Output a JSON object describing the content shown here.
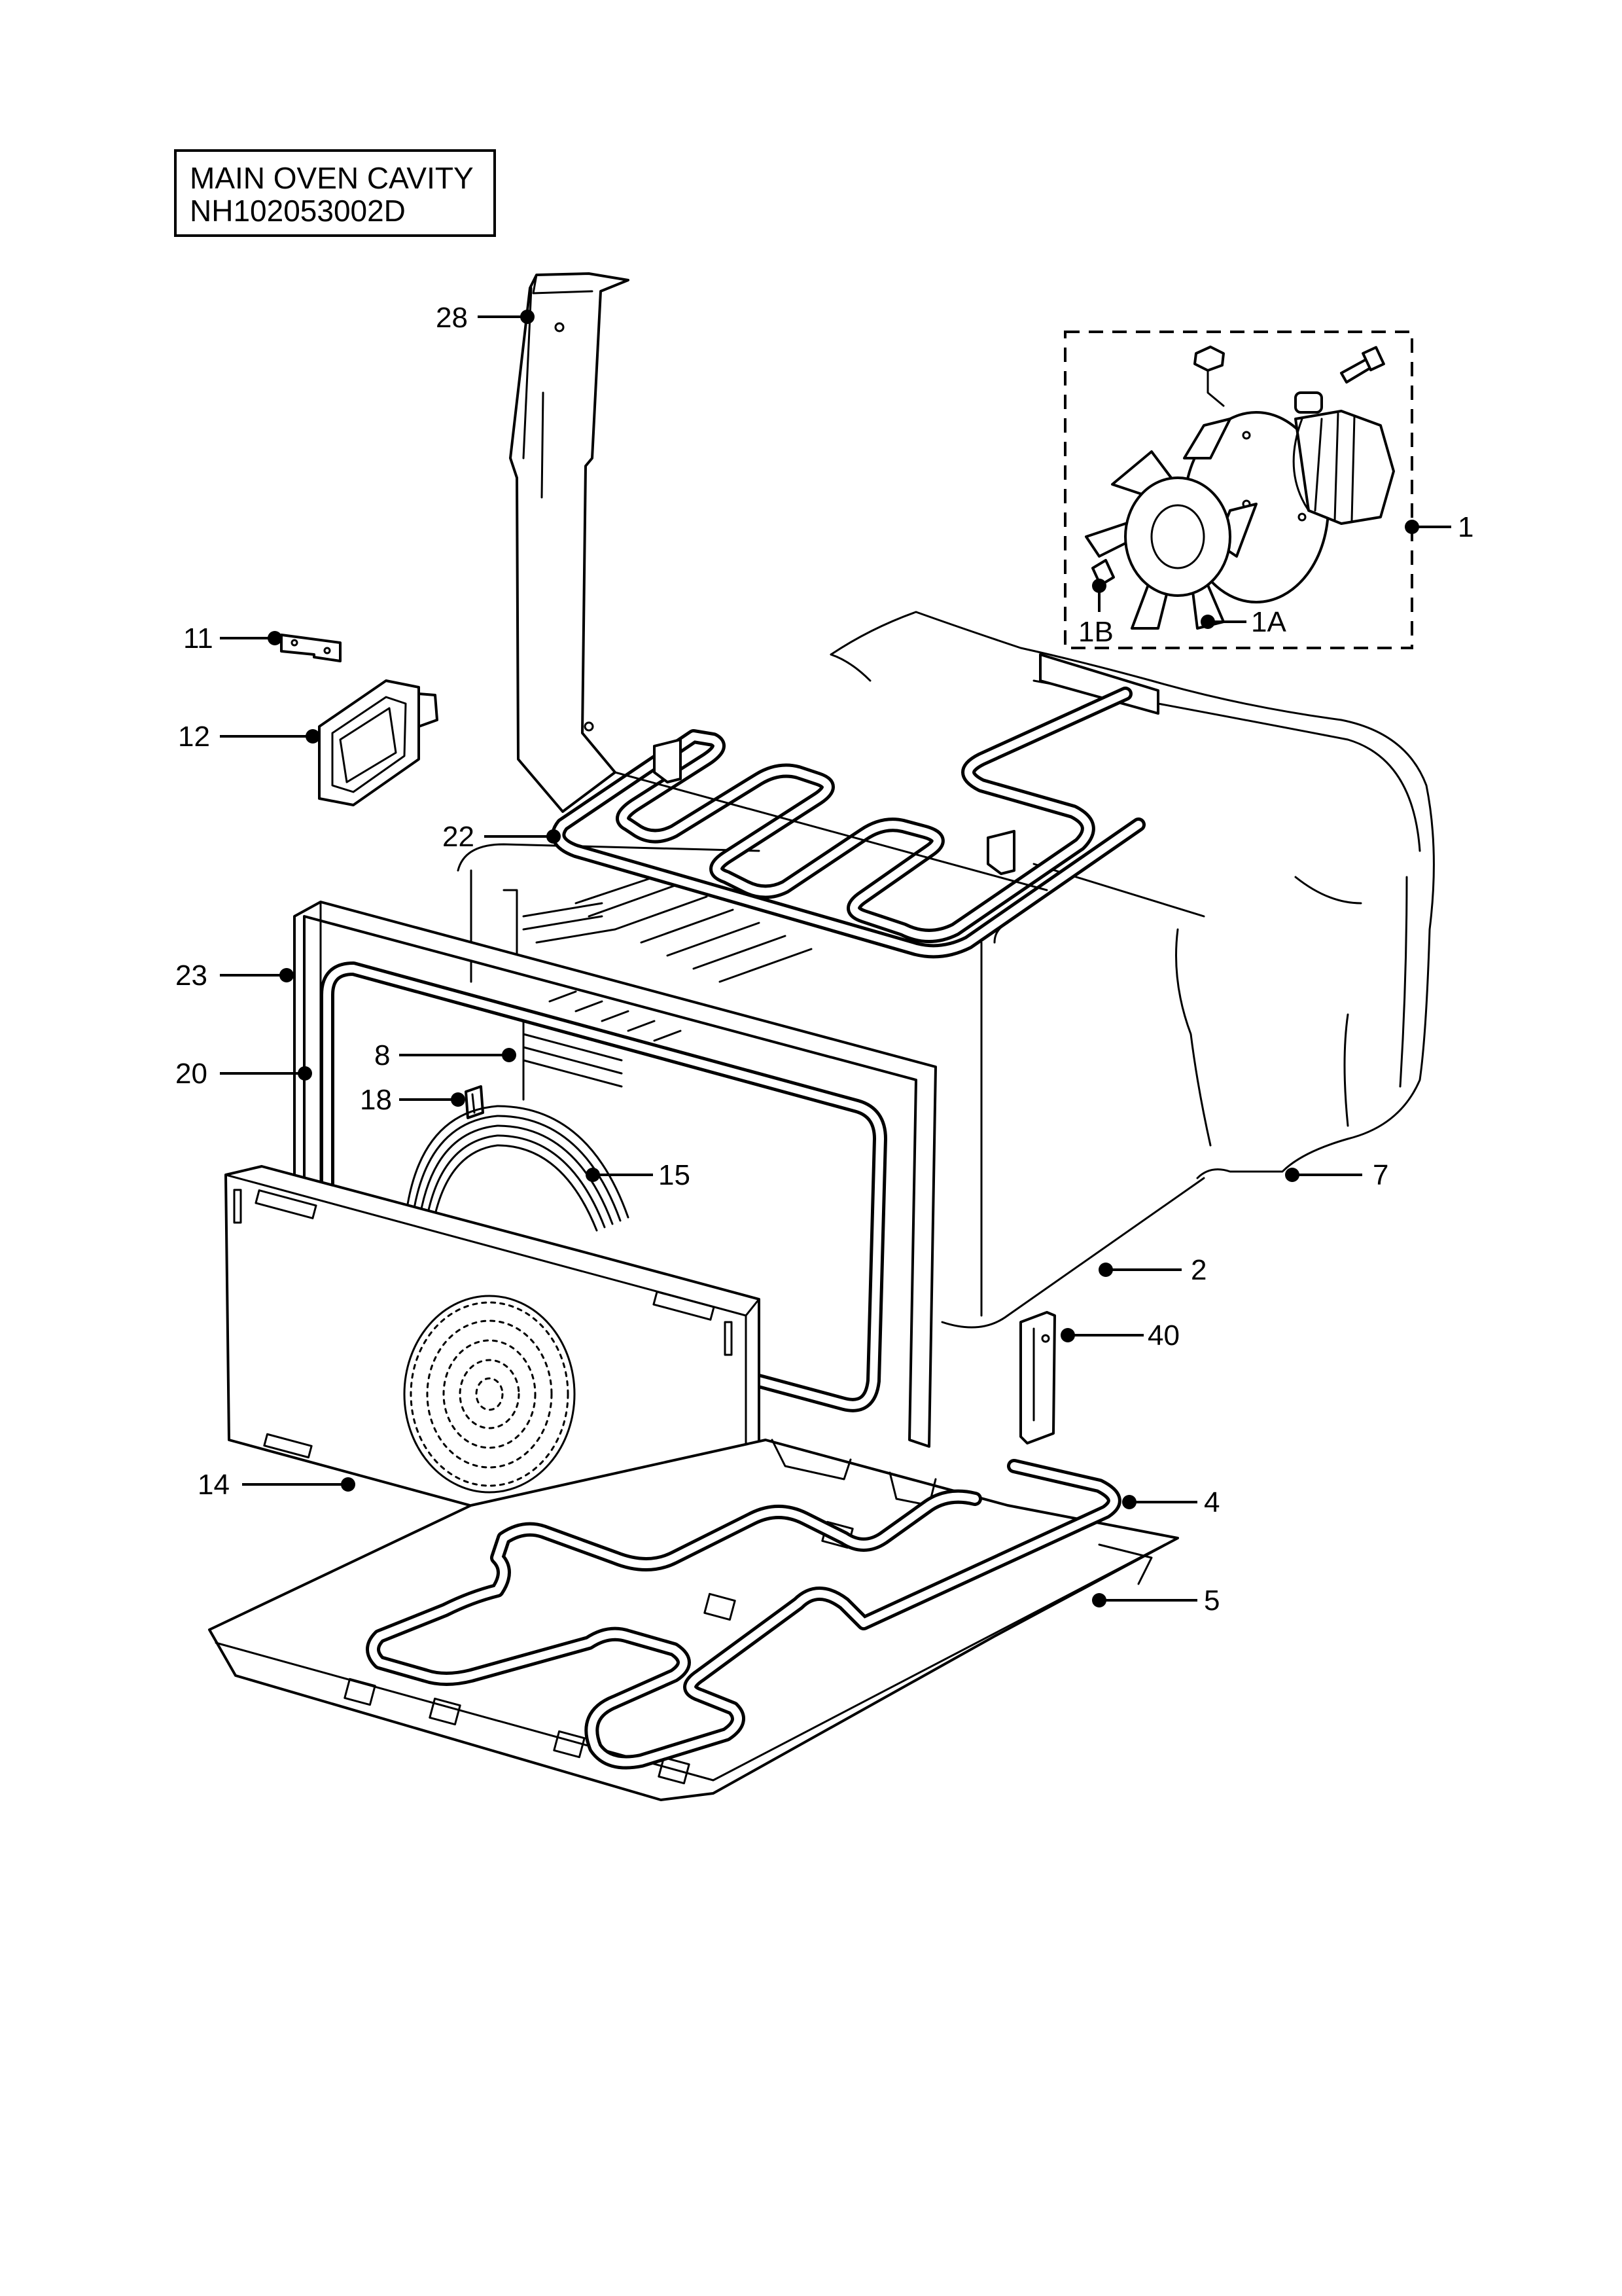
{
  "title": {
    "line1": "MAIN OVEN CAVITY",
    "line2": "NH102053002D"
  },
  "callouts": [
    {
      "id": "c28",
      "label": "28"
    },
    {
      "id": "c1",
      "label": "1"
    },
    {
      "id": "c1a",
      "label": "1A"
    },
    {
      "id": "c1b",
      "label": "1B"
    },
    {
      "id": "c11",
      "label": "11"
    },
    {
      "id": "c12",
      "label": "12"
    },
    {
      "id": "c22",
      "label": "22"
    },
    {
      "id": "c23",
      "label": "23"
    },
    {
      "id": "c20",
      "label": "20"
    },
    {
      "id": "c8",
      "label": "8"
    },
    {
      "id": "c18",
      "label": "18"
    },
    {
      "id": "c15",
      "label": "15"
    },
    {
      "id": "c7",
      "label": "7"
    },
    {
      "id": "c2",
      "label": "2"
    },
    {
      "id": "c40",
      "label": "40"
    },
    {
      "id": "c14",
      "label": "14"
    },
    {
      "id": "c4",
      "label": "4"
    },
    {
      "id": "c5",
      "label": "5"
    }
  ]
}
